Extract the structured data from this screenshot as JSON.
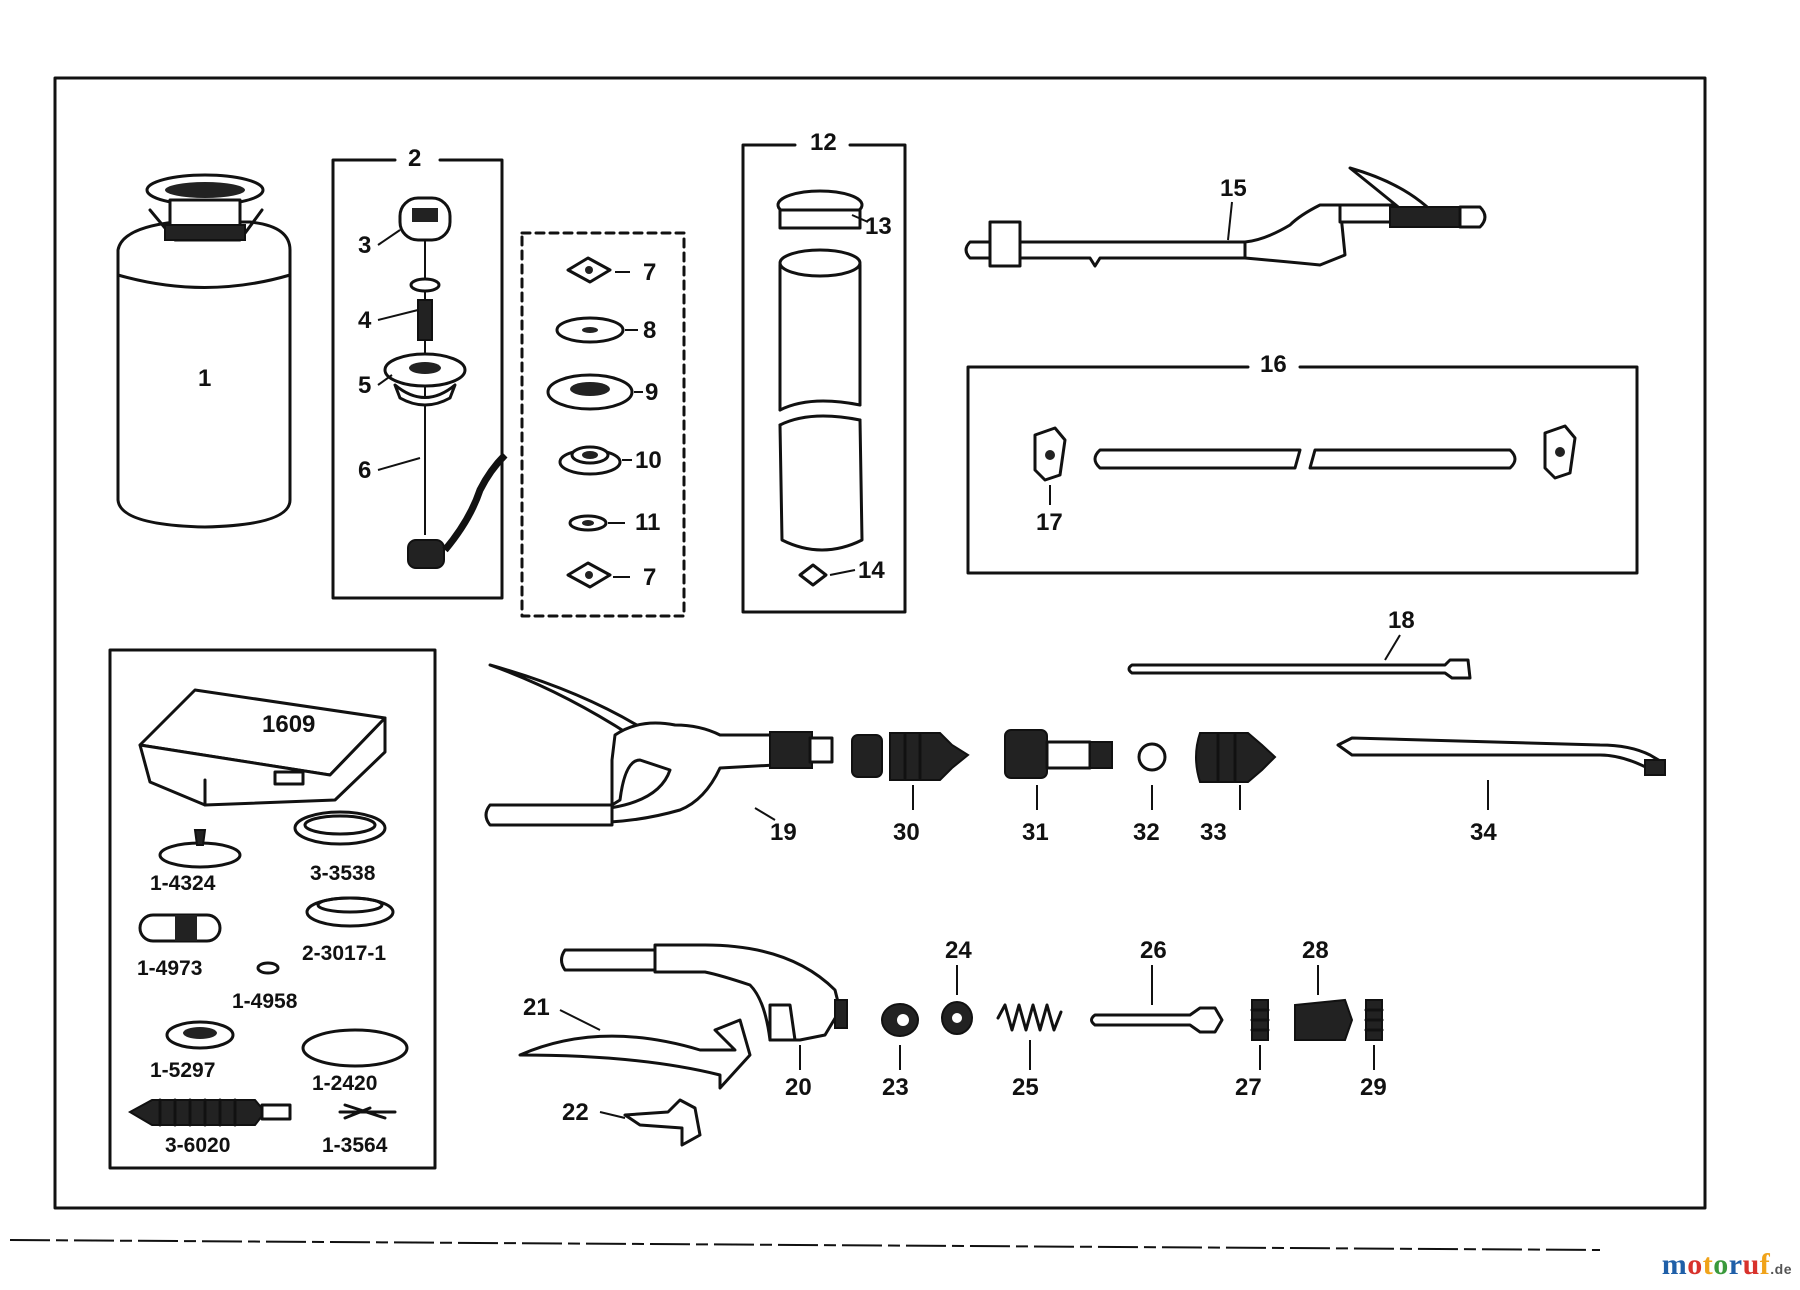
{
  "labels": {
    "p1": "1",
    "p2": "2",
    "p3": "3",
    "p4": "4",
    "p5": "5",
    "p6": "6",
    "p7a": "7",
    "p8": "8",
    "p9": "9",
    "p10": "10",
    "p11": "11",
    "p7b": "7",
    "p12": "12",
    "p13": "13",
    "p14": "14",
    "p15": "15",
    "p16": "16",
    "p17": "17",
    "p18": "18",
    "p19": "19",
    "p20": "20",
    "p21": "21",
    "p22": "22",
    "p23": "23",
    "p24": "24",
    "p25": "25",
    "p26": "26",
    "p27": "27",
    "p28": "28",
    "p29": "29",
    "p30": "30",
    "p31": "31",
    "p32": "32",
    "p33": "33",
    "p34": "34",
    "kit_box": "1609",
    "k1": "1-4324",
    "k2": "3-3538",
    "k3": "1-4973",
    "k4": "2-3017-1",
    "k5": "1-4958",
    "k6": "1-5297",
    "k7": "1-2420",
    "k8": "3-6020",
    "k9": "1-3564"
  },
  "watermark": {
    "colors": [
      "#1f5fa8",
      "#d8322c",
      "#f0a31a",
      "#3a9a3c",
      "#1f5fa8",
      "#d8322c",
      "#f0a31a"
    ],
    "letters": [
      "m",
      "o",
      "t",
      "o",
      "r",
      "u",
      "f"
    ],
    "domain": ".de"
  }
}
